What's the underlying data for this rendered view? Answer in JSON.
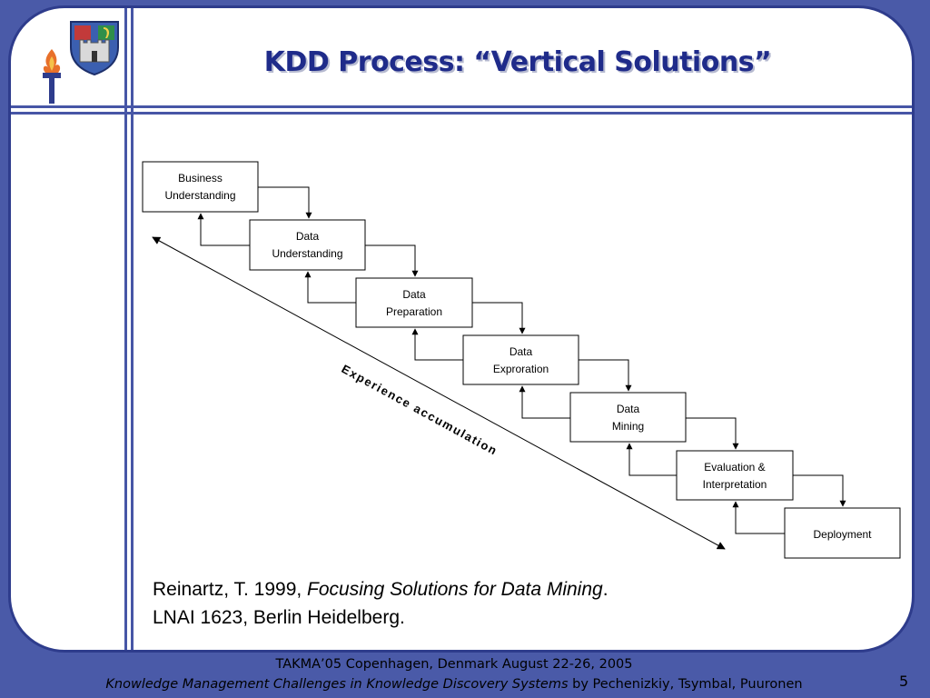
{
  "slide": {
    "title": "KDD Process: “Vertical Solutions”",
    "diagram": {
      "steps": [
        "Business",
        "Understanding",
        "Data",
        "Understanding",
        "Data",
        "Preparation",
        "Data",
        "Exproration",
        "Data",
        "Mining",
        "Evaluation &",
        "Interpretation",
        "Deployment"
      ],
      "arrow_label": "Experience accumulation"
    },
    "citation": {
      "author": "Reinartz, T. 1999, ",
      "work": "Focusing Solutions for Data Mining",
      "after_work": ".",
      "series": "LNAI 1623, Berlin Heidelberg."
    },
    "footer": {
      "line1": "TAKMA’05  Copenhagen, Denmark  August 22-26, 2005",
      "line2_title": "Knowledge Management Challenges in Knowledge Discovery Systems",
      "line2_authors": " by Pechenizkiy, Tsymbal, Puuronen"
    },
    "page_number": "5",
    "colors": {
      "background": "#4a5aa8",
      "frame": "#2e3c8c",
      "title": "#1f2b8a"
    }
  }
}
